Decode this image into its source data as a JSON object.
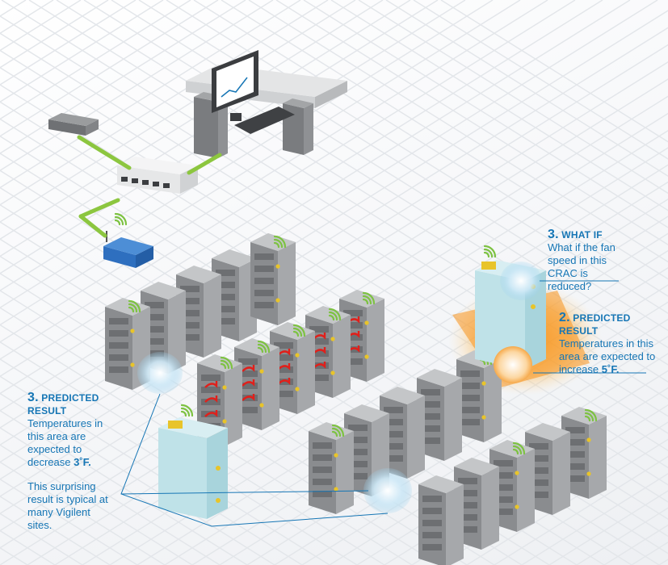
{
  "callouts": {
    "what_if": {
      "number": "3.",
      "heading": "WHAT IF",
      "body": "What if the fan speed in this CRAC is reduced?"
    },
    "right_result": {
      "number": "2.",
      "heading": "PREDICTED RESULT",
      "body_prefix": "Temperatures in this area are expected to increase",
      "value": "5˚F."
    },
    "left_result": {
      "number": "3.",
      "heading": "PREDICTED RESULT",
      "body_prefix": "Temperatures in this area are expected to decrease",
      "value": "3˚F.",
      "note": "This surprising result is typical at many Vigilent sites."
    }
  },
  "colors": {
    "accent_text": "#1676b5",
    "link_arrow": "#8cc63f",
    "hot_zone": "#f7941d",
    "cool_zone": "#9fd3ee",
    "rack": "#8d8f92",
    "crac": "#b9dde4",
    "wifi": "#7dc242",
    "airflow_arrow": "#e0201b"
  }
}
